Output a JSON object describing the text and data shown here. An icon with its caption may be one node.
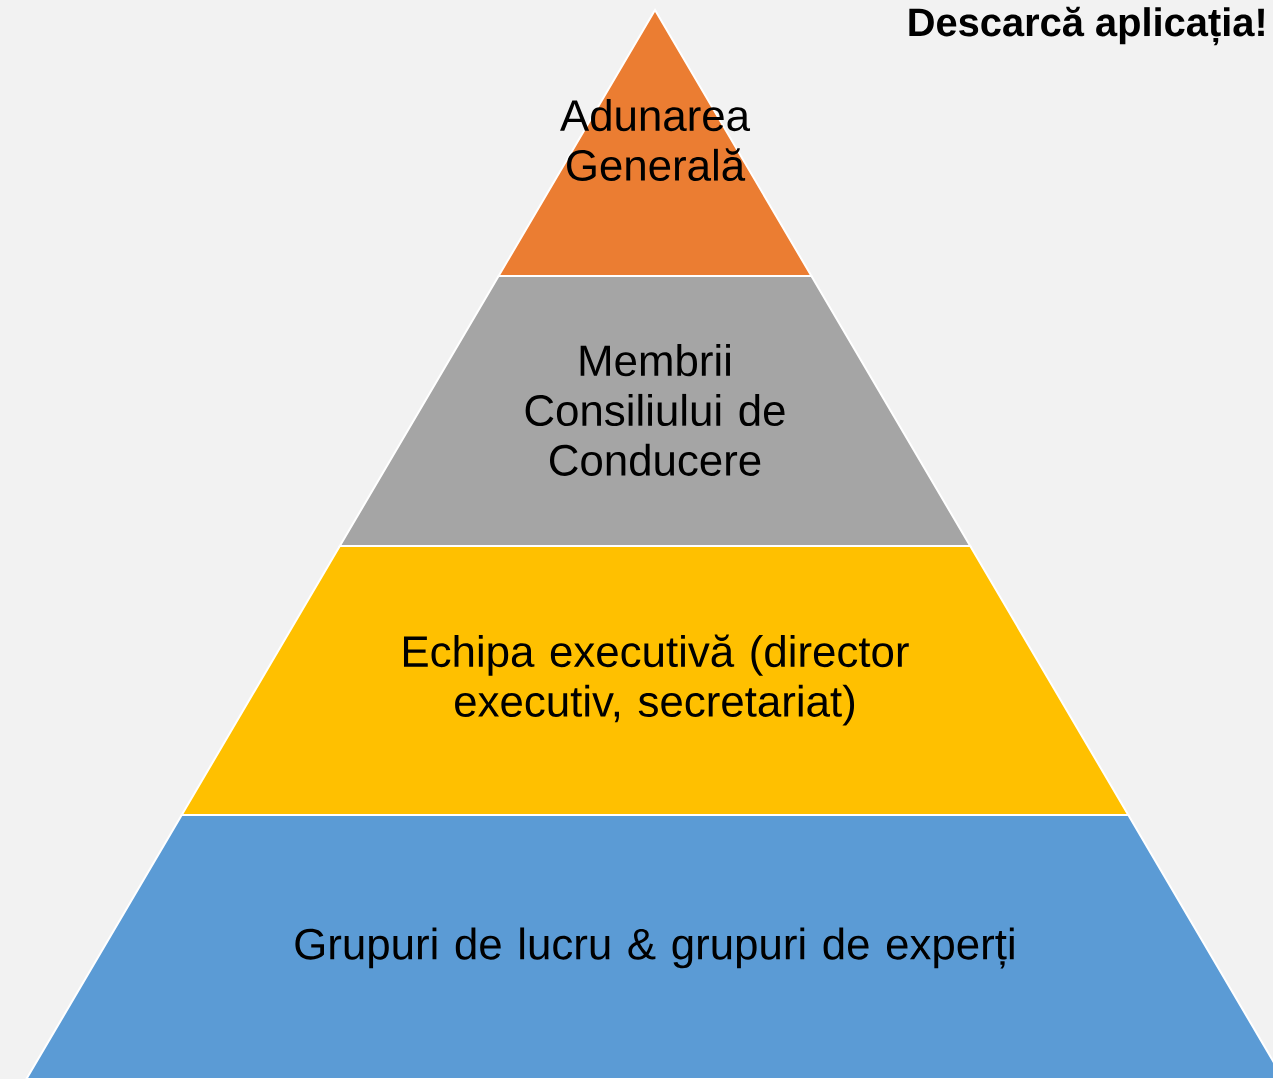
{
  "diagram": {
    "nodes": [
      {
        "text": [
          "Adunarea Generală"
        ]
      },
      {
        "text": [
          "Membrii Consiliului de Conducere"
        ]
      },
      {
        "text": [
          "Echipa executivă (director executiv, secretariat)"
        ]
      },
      {
        "text": [
          "Grupuri de lucru & grupuri de experți"
        ]
      }
    ],
    "labels": [
      "Descarcă aplicația!"
    ]
  }
}
